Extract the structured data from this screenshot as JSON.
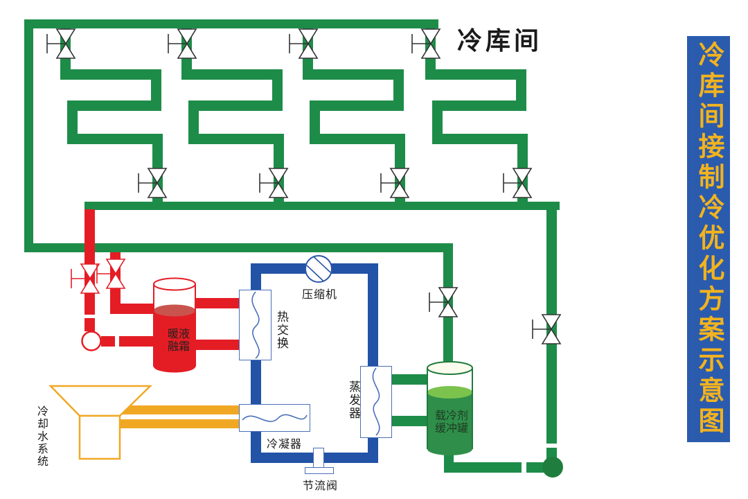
{
  "labels": {
    "cold_room": "冷库间",
    "compressor": "压缩机",
    "heat_exchanger": "热交换",
    "evaporator": "蒸发器",
    "condenser": "冷凝器",
    "throttle_valve": "节流阀",
    "defrost_tank": "暖液\n融霜",
    "buffer_tank": "载冷剂\n缓冲罐",
    "cooling_water": "冷却水系统"
  },
  "banner": {
    "text": "冷库间接制冷优化方案示意图",
    "bg_color": "#2b5bad",
    "text_color": "#f2b31e"
  },
  "palette": {
    "pipe_green": "#1e8c49",
    "pipe_red": "#e41d25",
    "pipe_blue": "#2253a6",
    "pipe_yellow": "#f0a824",
    "pump_green": "#1f7e3e",
    "valve_black": "#333333",
    "box_border_blue": "#4a6fb8",
    "tank_red_liquid_surface": "#c9544e",
    "tank_green_body": "#2f8f4a",
    "tank_green_surface": "#7cc34e",
    "tank_green_outline": "#1f7a3d"
  }
}
